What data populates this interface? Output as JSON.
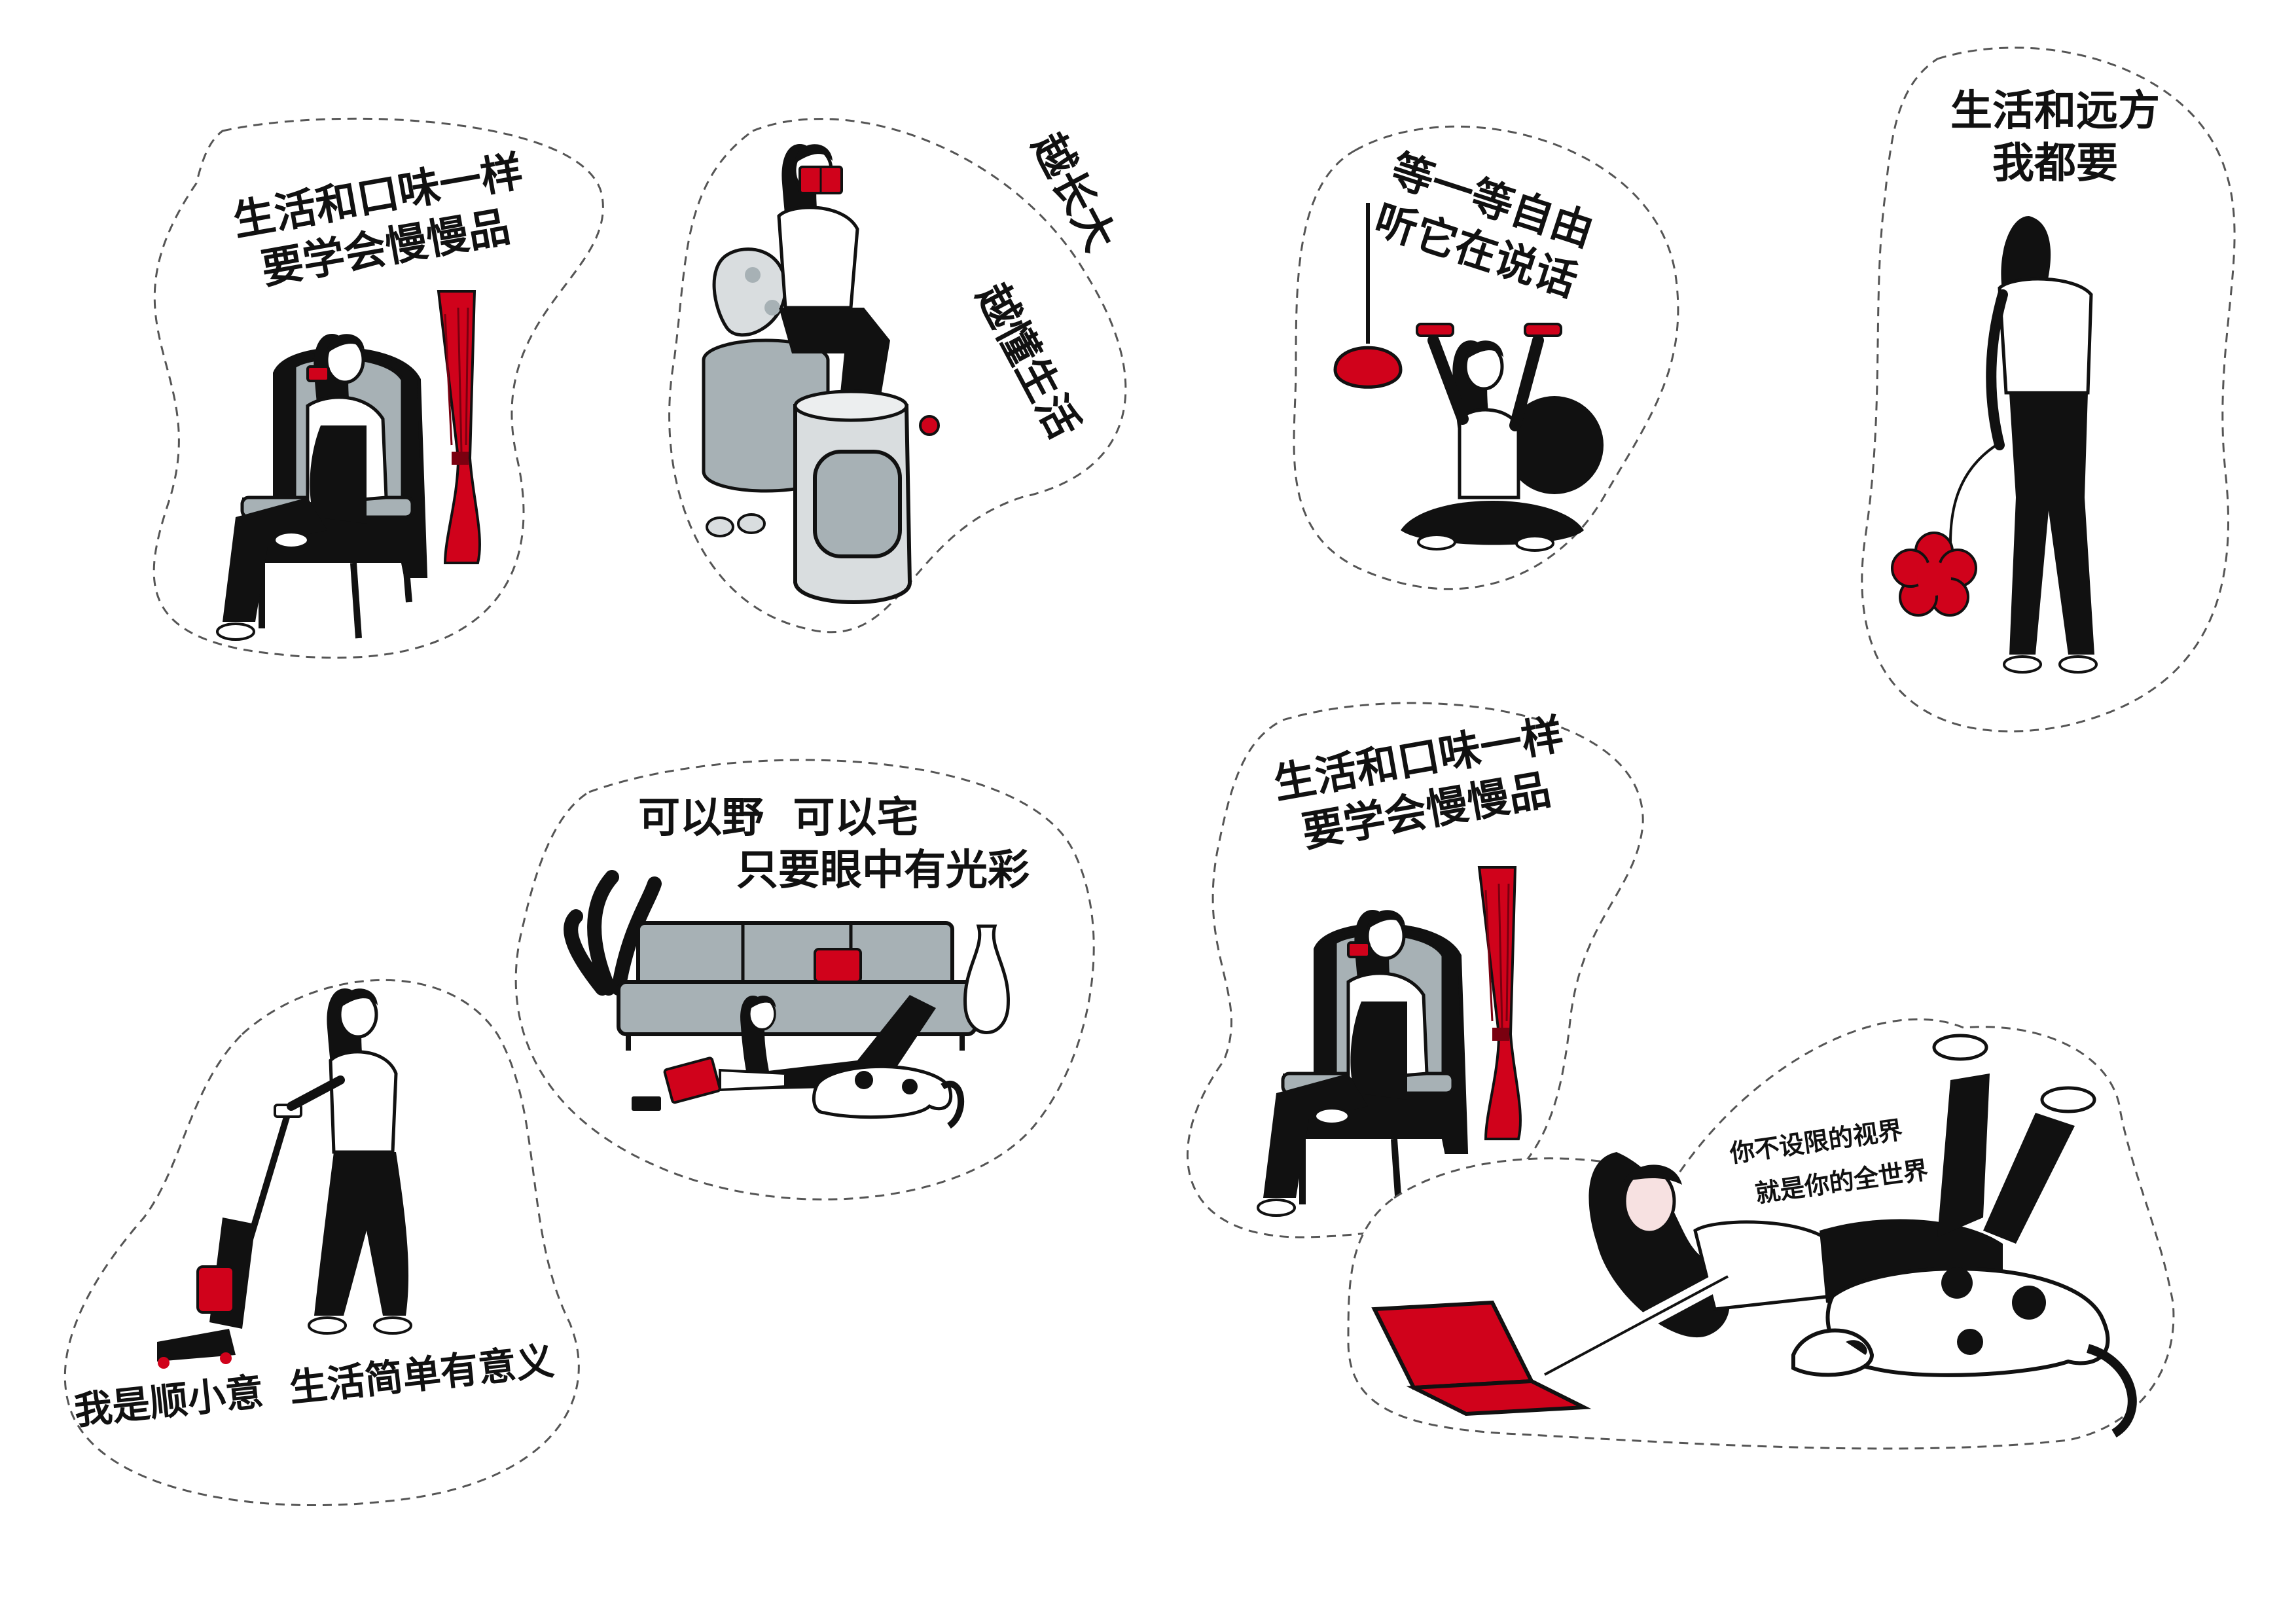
{
  "sheet": {
    "background": "#ffffff",
    "accent_red": "#d0021b",
    "ink": "#111111",
    "cloth_grey": "#a7b1b5",
    "cut_line": "#555555"
  },
  "stickers": [
    {
      "id": "taste-1",
      "lines": [
        "生活和口味一样",
        "要学会慢慢品"
      ],
      "icons": [
        "armchair-icon",
        "woman-drinking-icon",
        "red-curtain-icon"
      ]
    },
    {
      "id": "grow-up",
      "lines": [
        "越长大",
        "越懂生活"
      ],
      "icons": [
        "ottoman-icon",
        "woman-reading-icon",
        "foot-spa-icon",
        "slippers-icon"
      ]
    },
    {
      "id": "freedom",
      "lines": [
        "等一等自由",
        "听它在说话"
      ],
      "icons": [
        "pendant-lamp-icon",
        "woman-dumbbells-icon",
        "exercise-ball-icon"
      ]
    },
    {
      "id": "far-away",
      "lines": [
        "生活和远方",
        "我都要"
      ],
      "icons": [
        "woman-standing-icon",
        "red-flower-toy-icon"
      ]
    },
    {
      "id": "wild-home",
      "lines": [
        "可以野  可以宅",
        "只要眼中有光彩"
      ],
      "icons": [
        "sofa-icon",
        "plant-icon",
        "vase-icon",
        "laptop-icon",
        "dog-icon"
      ]
    },
    {
      "id": "taste-2",
      "lines": [
        "生活和口味一样",
        "要学会慢慢品"
      ],
      "icons": [
        "armchair-icon",
        "woman-drinking-icon",
        "red-curtain-icon"
      ]
    },
    {
      "id": "vacuum",
      "lines": [
        "我是顺小意  生活简单有意义"
      ],
      "icons": [
        "woman-vacuuming-icon",
        "vacuum-cleaner-icon"
      ]
    },
    {
      "id": "world",
      "lines": [
        "你不设限的视界",
        "就是你的全世界"
      ],
      "icons": [
        "woman-lying-icon",
        "red-laptop-icon",
        "dog-icon"
      ]
    }
  ]
}
